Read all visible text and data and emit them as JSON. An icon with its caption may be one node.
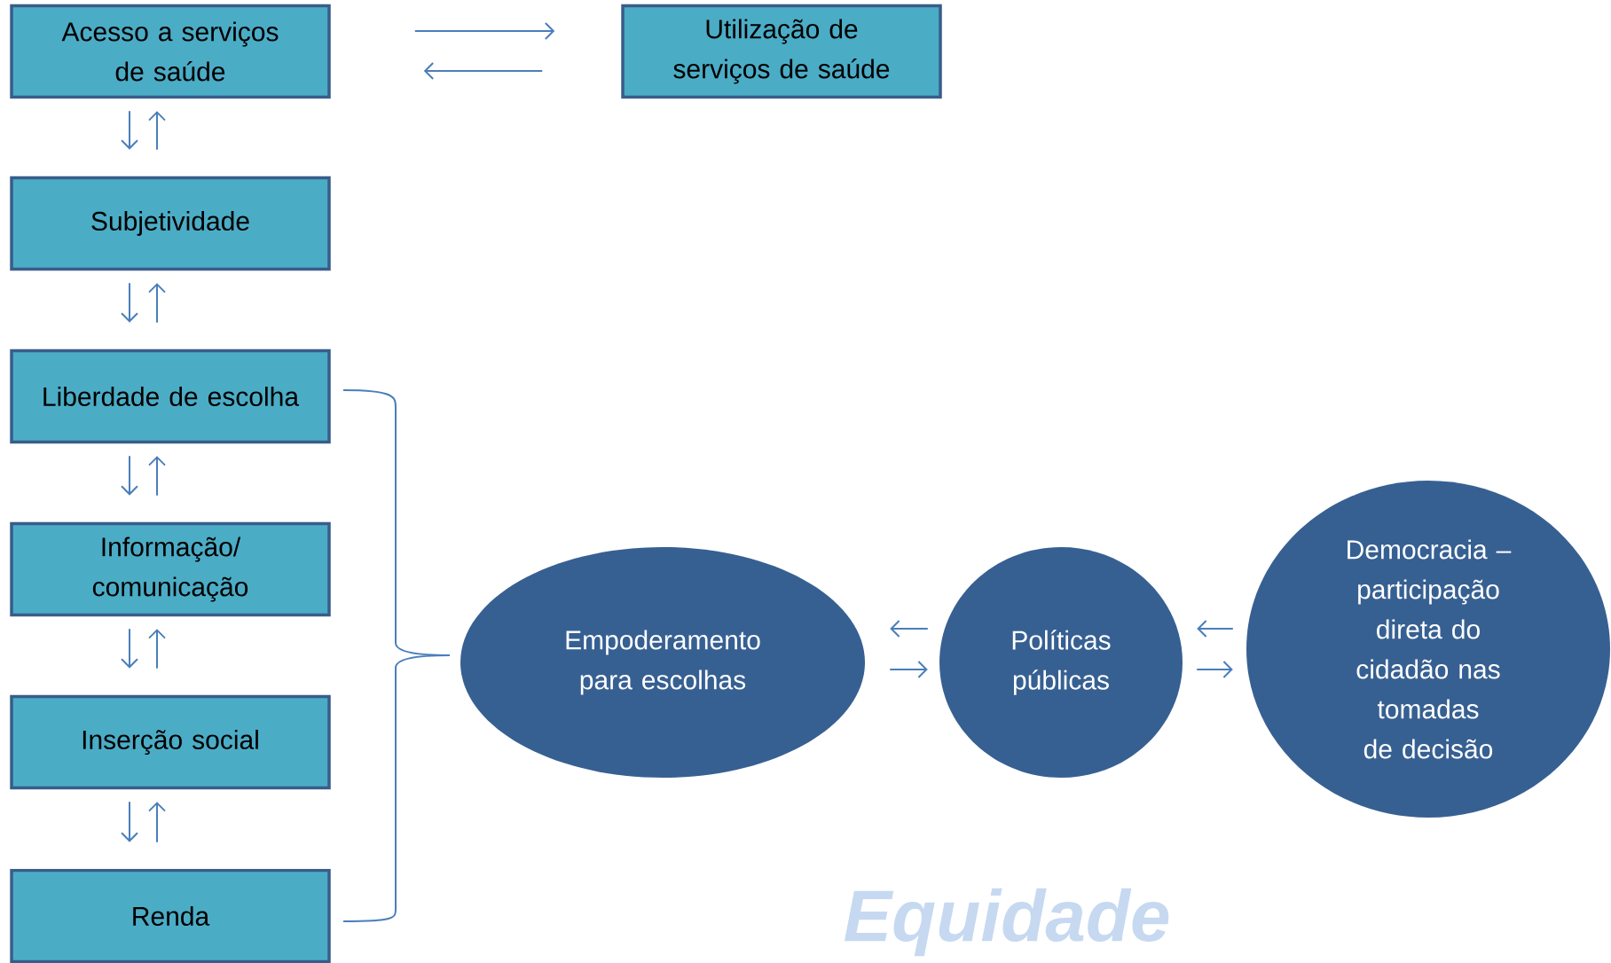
{
  "diagram": {
    "nodes": [
      {
        "text": [
          "Acesso a serviços de saúde"
        ]
      },
      {
        "text": [
          "Utilização de serviços de saúde"
        ]
      },
      {
        "text": [
          "Subjetividade"
        ]
      },
      {
        "text": [
          "Liberdade de escolha"
        ]
      },
      {
        "text": [
          "Informação/ comunicação"
        ]
      },
      {
        "text": [
          "Inserção social"
        ]
      },
      {
        "text": [
          "Renda"
        ]
      },
      {
        "text": [
          "Empoderamento para escolhas"
        ]
      },
      {
        "text": [
          "Políticas públicas"
        ]
      },
      {
        "text": [
          "Democracia – participação direta do cidadão nas tomadas de decisão"
        ]
      }
    ],
    "edges": [
      {
        "from": 0,
        "to": 1,
        "arrow": "to"
      },
      {
        "from": 1,
        "to": 0,
        "arrow": "to"
      },
      {
        "from": 0,
        "to": 2,
        "arrow": "to"
      },
      {
        "from": 2,
        "to": 0,
        "arrow": "to"
      },
      {
        "from": 2,
        "to": 3,
        "arrow": "to"
      },
      {
        "from": 3,
        "to": 2,
        "arrow": "to"
      },
      {
        "from": 3,
        "to": 4,
        "arrow": "to"
      },
      {
        "from": 4,
        "to": 3,
        "arrow": "to"
      },
      {
        "from": 4,
        "to": 5,
        "arrow": "to"
      },
      {
        "from": 5,
        "to": 4,
        "arrow": "to"
      },
      {
        "from": 5,
        "to": 6,
        "arrow": "to"
      },
      {
        "from": 6,
        "to": 5,
        "arrow": "to"
      },
      {
        "from": 8,
        "to": 7,
        "arrow": "to"
      },
      {
        "from": 7,
        "to": 8,
        "arrow": "to"
      },
      {
        "from": 9,
        "to": 8,
        "arrow": "to"
      },
      {
        "from": 8,
        "to": 9,
        "arrow": "to"
      }
    ],
    "labels": [
      "Equidade"
    ]
  }
}
